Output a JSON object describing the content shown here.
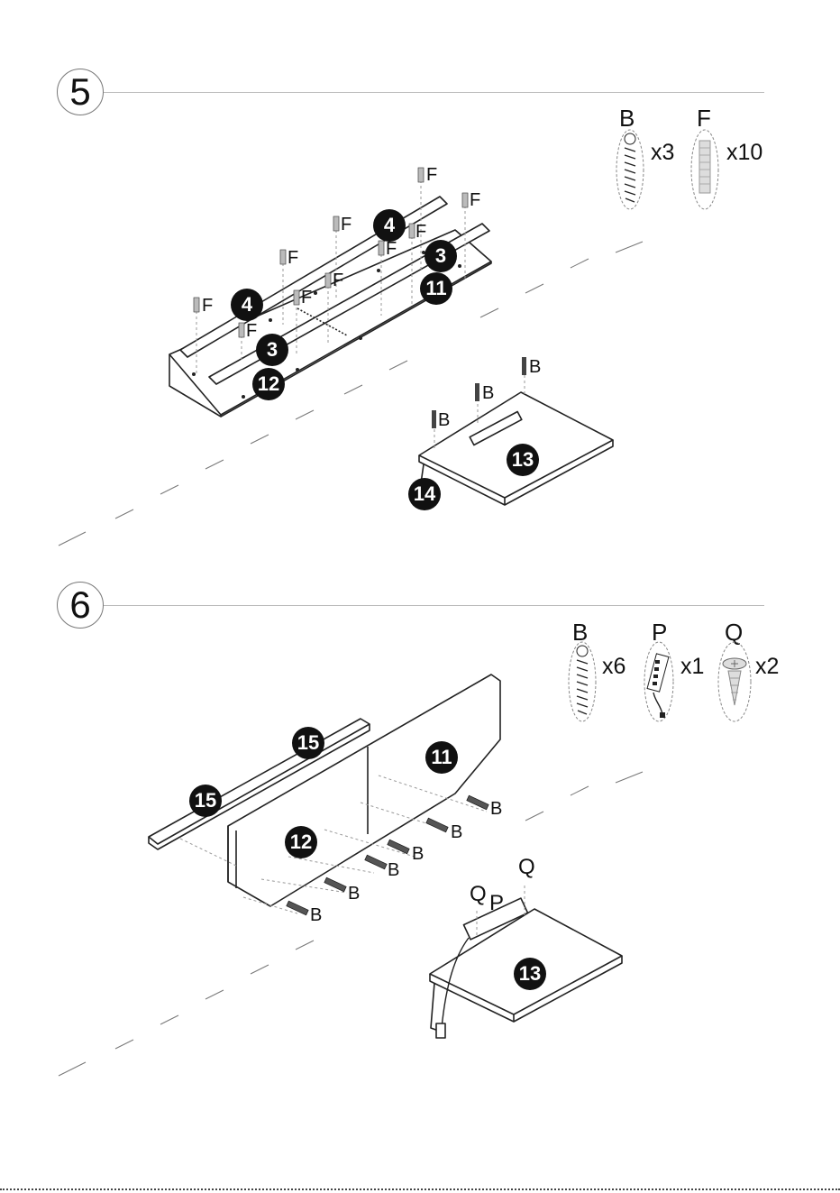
{
  "steps": [
    {
      "number": "5",
      "hardware": [
        {
          "letter": "B",
          "qty": "x3",
          "icon": "screw-icon"
        },
        {
          "letter": "F",
          "qty": "x10",
          "icon": "dowel-icon"
        }
      ],
      "parts": [
        "4",
        "4",
        "3",
        "3",
        "11",
        "12",
        "13",
        "14"
      ],
      "fastener_labels": [
        "F",
        "F",
        "F",
        "F",
        "F",
        "F",
        "F",
        "F",
        "F",
        "F",
        "B",
        "B",
        "B"
      ]
    },
    {
      "number": "6",
      "hardware": [
        {
          "letter": "B",
          "qty": "x6",
          "icon": "screw-icon"
        },
        {
          "letter": "P",
          "qty": "x1",
          "icon": "power-strip-icon"
        },
        {
          "letter": "Q",
          "qty": "x2",
          "icon": "tapping-screw-icon"
        }
      ],
      "parts": [
        "15",
        "15",
        "11",
        "12",
        "13"
      ],
      "fastener_labels": [
        "B",
        "B",
        "B",
        "B",
        "B",
        "B",
        "Q",
        "Q",
        "P"
      ]
    }
  ]
}
